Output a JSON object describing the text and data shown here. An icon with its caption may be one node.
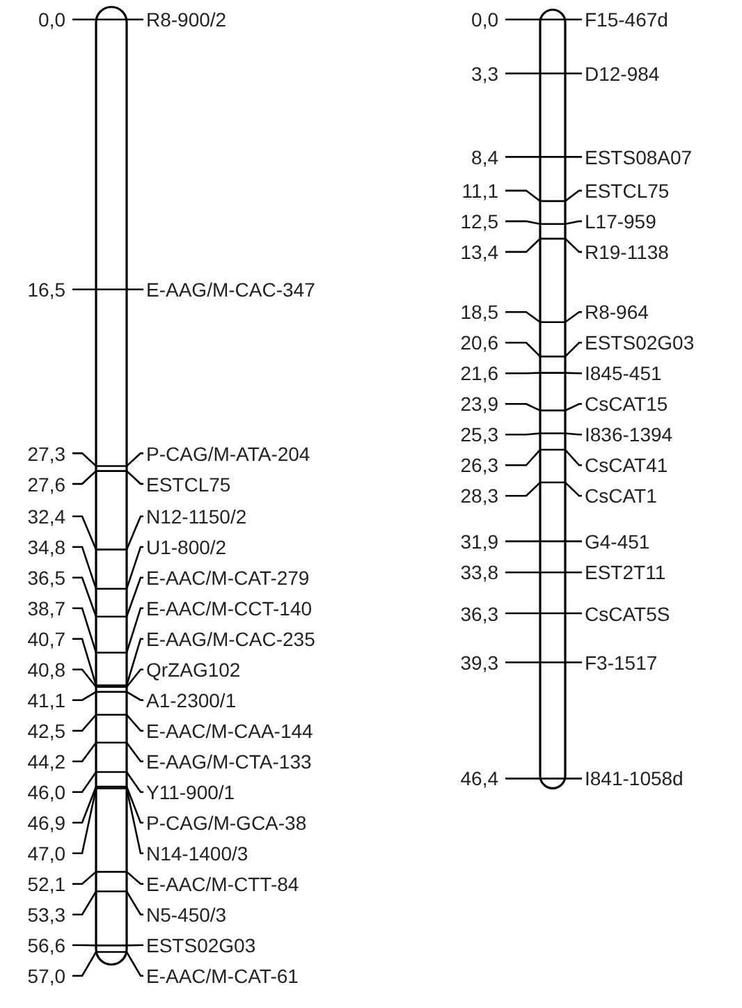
{
  "diagram": {
    "nodes": [
      {
        "text": [],
        "shape": "bar"
      },
      {
        "text": [],
        "shape": "bar"
      }
    ],
    "labels": [
      "0,0",
      "R8-900/2",
      "16,5",
      "E-AAG/M-CAC-347",
      "27,3",
      "P-CAG/M-ATA-204",
      "27,6",
      "ESTCL75",
      "32,4",
      "N12-1150/2",
      "34,8",
      "U1-800/2",
      "36,5",
      "E-AAC/M-CAT-279",
      "38,7",
      "E-AAC/M-CCT-140",
      "40,7",
      "E-AAG/M-CAC-235",
      "40,8",
      "QrZAG102",
      "41,1",
      "A1-2300/1",
      "42,5",
      "E-AAC/M-CAA-144",
      "44,2",
      "E-AAG/M-CTA-133",
      "46,0",
      "Y11-900/1",
      "46,9",
      "P-CAG/M-GCA-38",
      "47,0",
      "N14-1400/3",
      "52,1",
      "E-AAC/M-CTT-84",
      "53,3",
      "N5-450/3",
      "56,6",
      "ESTS02G03",
      "57,0",
      "E-AAC/M-CAT-61",
      "0,0",
      "F15-467d",
      "3,3",
      "D12-984",
      "8,4",
      "ESTS08A07",
      "11,1",
      "ESTCL75",
      "12,5",
      "L17-959",
      "13,4",
      "R19-1138",
      "18,5",
      "R8-964",
      "20,6",
      "ESTS02G03",
      "21,6",
      "I845-451",
      "23,9",
      "CsCAT15",
      "25,3",
      "I836-1394",
      "26,3",
      "CsCAT41",
      "28,3",
      "CsCAT1",
      "31,9",
      "G4-451",
      "33,8",
      "EST2T11",
      "36,3",
      "CsCAT5S",
      "39,3",
      "F3-1517",
      "46,4",
      "I841-1058d"
    ]
  }
}
